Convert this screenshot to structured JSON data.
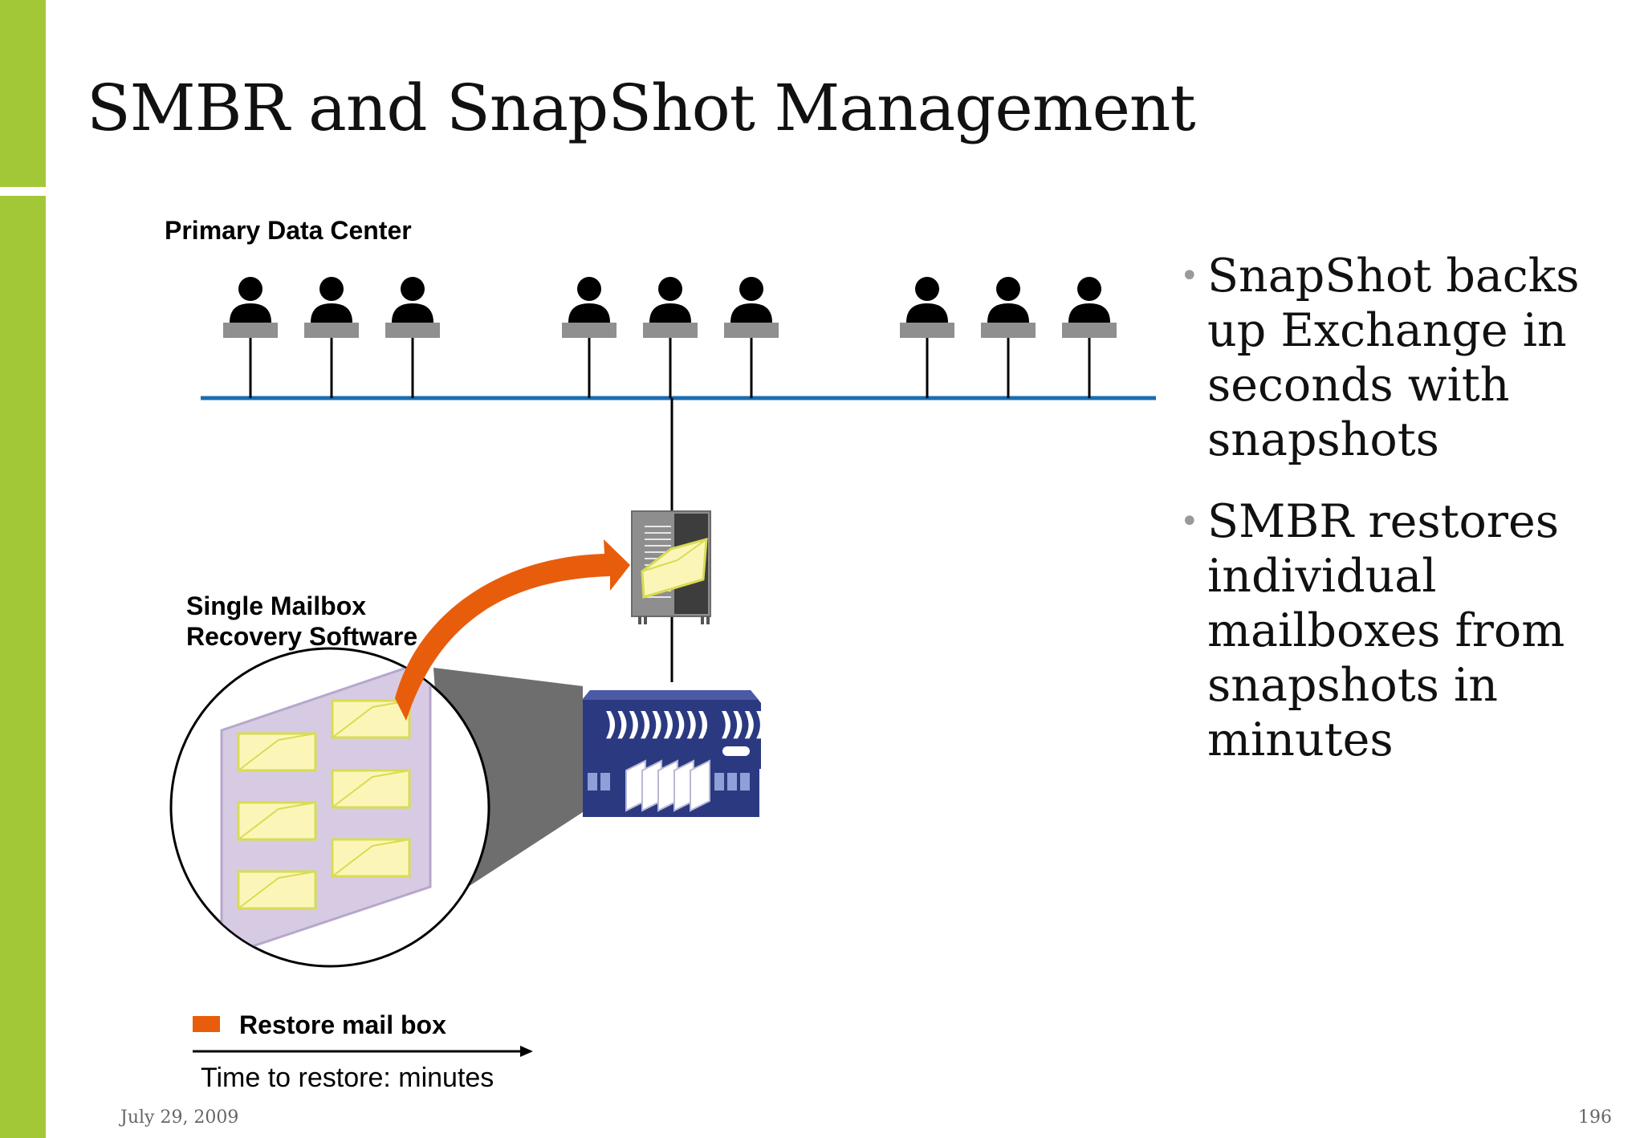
{
  "slide": {
    "title": "SMBR and SnapShot Management",
    "date": "July 29, 2009",
    "page_number": "196"
  },
  "diagram": {
    "data_center_label": "Primary Data Center",
    "software_label_line1": "Single Mailbox",
    "software_label_line2": "Recovery Software",
    "legend_label": "Restore mail box",
    "time_label": "Time to restore:  minutes",
    "accent_colors": {
      "sidebar": "#a3c837",
      "network_line": "#1a6db3",
      "restore_arrow": "#e85d0c",
      "storage": "#2b3a80"
    }
  },
  "bullets": [
    "SnapShot backs up Exchange in seconds with snapshots",
    "SMBR restores individual mailboxes from snapshots in minutes"
  ]
}
